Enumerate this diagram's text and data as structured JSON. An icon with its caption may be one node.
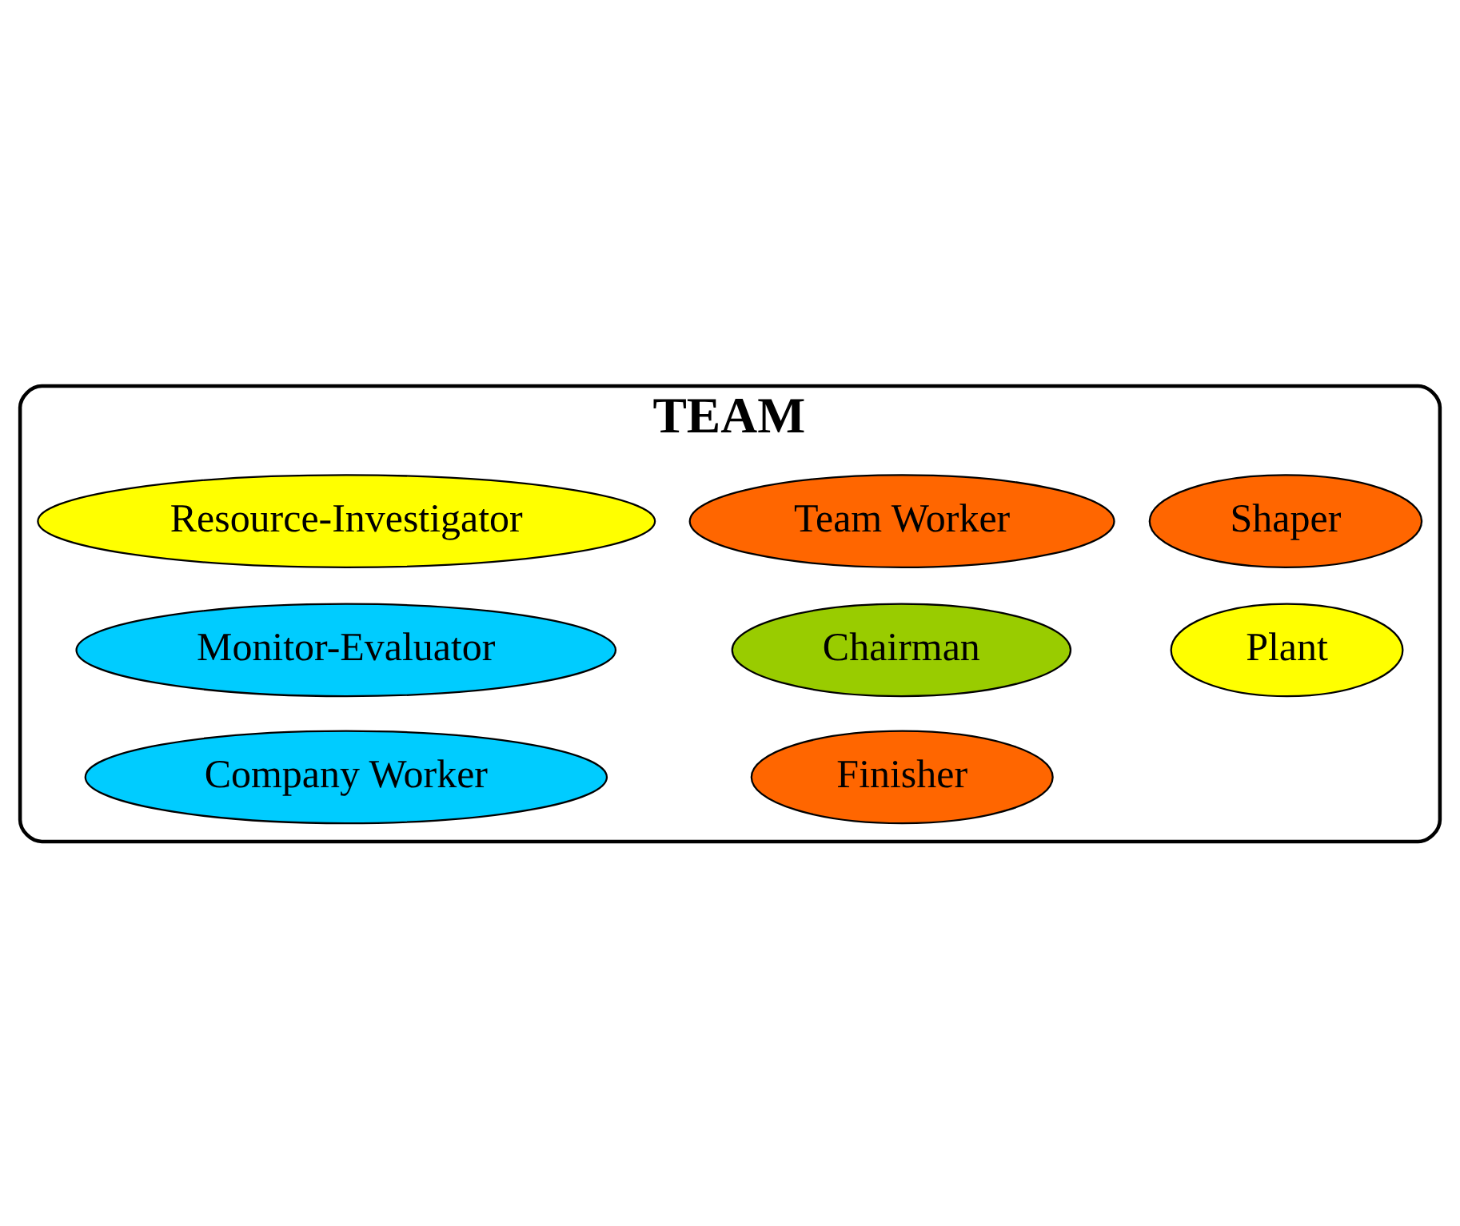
{
  "diagram": {
    "nodes": [
      {
        "text": [
          "TEAM"
        ]
      },
      {
        "text": [
          "Shaper"
        ],
        "in": 0
      },
      {
        "text": [
          "Company Worker"
        ],
        "in": 0
      },
      {
        "text": [
          "Plant"
        ],
        "in": 0
      },
      {
        "text": [
          "Chairman"
        ],
        "in": 0
      },
      {
        "text": [
          "Finisher"
        ],
        "in": 0
      },
      {
        "text": [
          "Monitor-Evaluator"
        ],
        "in": 0
      },
      {
        "text": [
          "Resource-Investigator"
        ],
        "in": 0
      },
      {
        "text": [
          "Team Worker"
        ],
        "in": 0
      }
    ]
  }
}
